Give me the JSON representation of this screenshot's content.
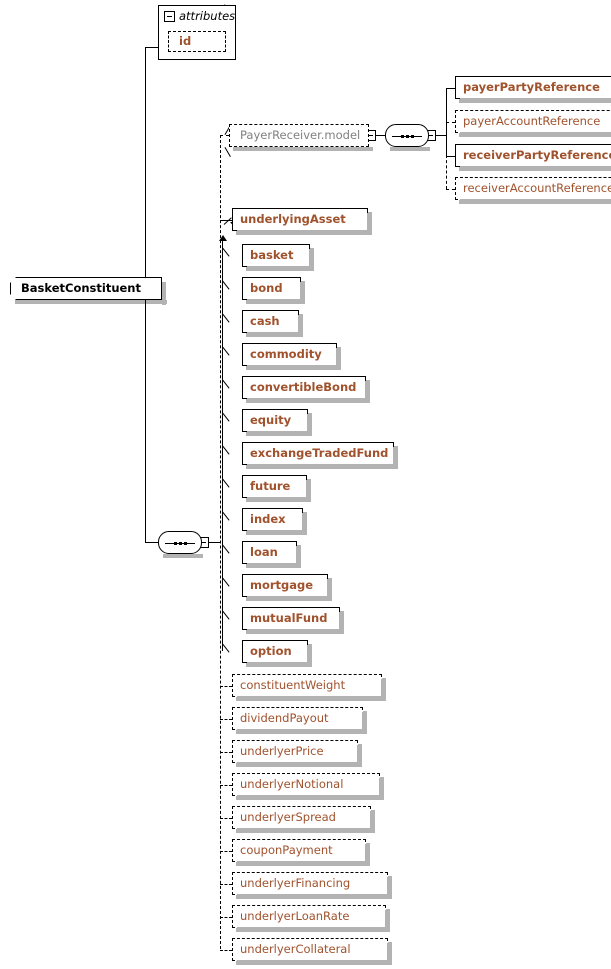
{
  "diagram": {
    "type": "xml-schema-element-diagram",
    "root": {
      "name": "BasketConstituent",
      "expander": "minus",
      "required": true
    }
  },
  "attributes_group": {
    "header_label": "attributes",
    "expander": "minus",
    "items": [
      {
        "name": "id",
        "optional": true
      }
    ]
  },
  "model_group": {
    "name": "PayerReceiver.model",
    "expander": "minus",
    "optional": true,
    "compositor": "sequence",
    "compositor_expander": "minus",
    "children": [
      {
        "name": "payerPartyReference",
        "optional": false
      },
      {
        "name": "payerAccountReference",
        "optional": true
      },
      {
        "name": "receiverPartyReference",
        "optional": false
      },
      {
        "name": "receiverAccountReference",
        "optional": true
      }
    ]
  },
  "main_sequence": {
    "compositor": "sequence",
    "expander": "minus"
  },
  "substitution_group": {
    "head": {
      "name": "underlyingAsset",
      "optional": false,
      "bold": true
    },
    "members": [
      {
        "name": "basket"
      },
      {
        "name": "bond"
      },
      {
        "name": "cash"
      },
      {
        "name": "commodity"
      },
      {
        "name": "convertibleBond"
      },
      {
        "name": "equity"
      },
      {
        "name": "exchangeTradedFund"
      },
      {
        "name": "future"
      },
      {
        "name": "index"
      },
      {
        "name": "loan"
      },
      {
        "name": "mortgage"
      },
      {
        "name": "mutualFund"
      },
      {
        "name": "option"
      }
    ]
  },
  "optional_elements": [
    {
      "name": "constituentWeight"
    },
    {
      "name": "dividendPayout"
    },
    {
      "name": "underlyerPrice"
    },
    {
      "name": "underlyerNotional"
    },
    {
      "name": "underlyerSpread"
    },
    {
      "name": "couponPayment"
    },
    {
      "name": "underlyerFinancing"
    },
    {
      "name": "underlyerLoanRate"
    },
    {
      "name": "underlyerCollateral"
    }
  ],
  "glyphs": {
    "expand_plus": "+",
    "collapse_minus": "−"
  },
  "colors": {
    "element_text": "#a0522d",
    "group_text": "#808080",
    "root_text": "#000000",
    "shadow": "#b3b3b3",
    "line": "#000000",
    "background": "#ffffff"
  }
}
